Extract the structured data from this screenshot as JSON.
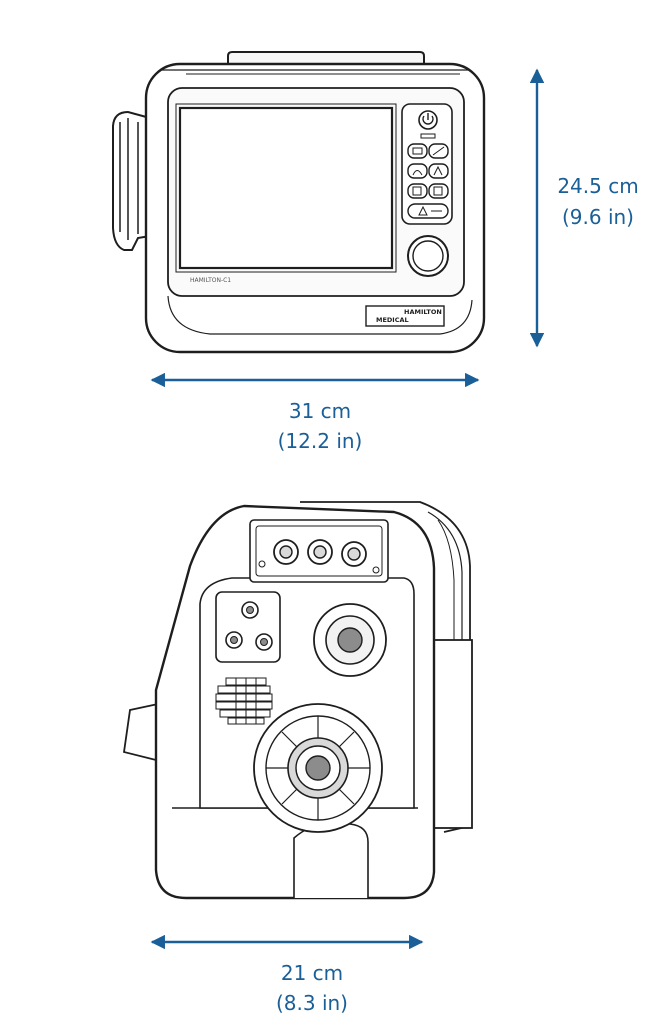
{
  "colors": {
    "dimension": "#1a5f97",
    "outline": "#1e1e1e",
    "fill_light": "#f2f2f2",
    "fill_mid": "#d9d9d9",
    "fill_dark": "#8c8c8c"
  },
  "front_view": {
    "height_label": "24.5 cm",
    "height_sub": "(9.6 in)",
    "width_label": "31 cm",
    "width_sub": "(12.2 in)",
    "device_label": "HAMILTON-C1",
    "brand_line1": "HAMILTON",
    "brand_line2": "MEDICAL"
  },
  "rear_view": {
    "width_label": "21 cm",
    "width_sub": "(8.3 in)"
  }
}
